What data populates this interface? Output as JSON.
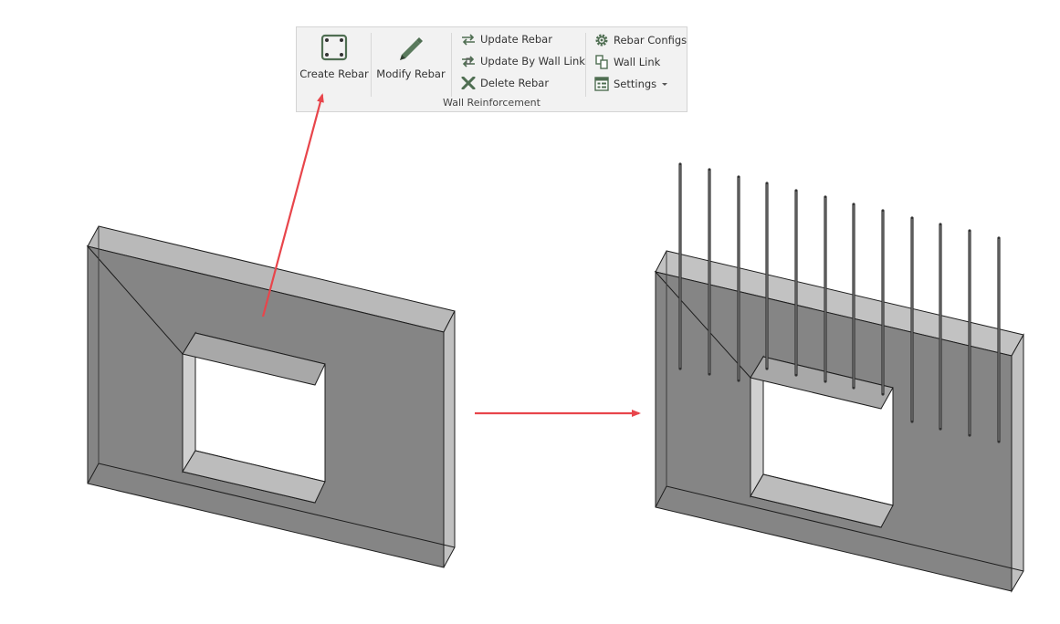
{
  "ribbon": {
    "group_label": "Wall Reinforcement",
    "create_rebar": "Create Rebar",
    "modify_rebar": "Modify Rebar",
    "update_rebar": "Update Rebar",
    "update_by_wall_link": "Update By Wall Link",
    "delete_rebar": "Delete Rebar",
    "rebar_configs": "Rebar Configs",
    "wall_link": "Wall Link",
    "settings": "Settings"
  },
  "colors": {
    "ribbon_bg": "#f2f2f2",
    "icon_green": "#4f6e52",
    "wall_face": "#858585",
    "wall_top": "#b9b9b9",
    "arrow_red": "#e8454b",
    "rebar": "#3a3a3a"
  },
  "icons": {
    "create_rebar": "rebar-section-icon",
    "modify_rebar": "pencil-icon",
    "update_rebar": "sync-arrows-icon",
    "update_by_wall_link": "sync-link-icon",
    "delete_rebar": "close-x-icon",
    "rebar_configs": "gear-icon",
    "wall_link": "link-icon",
    "settings": "settings-panel-icon"
  }
}
